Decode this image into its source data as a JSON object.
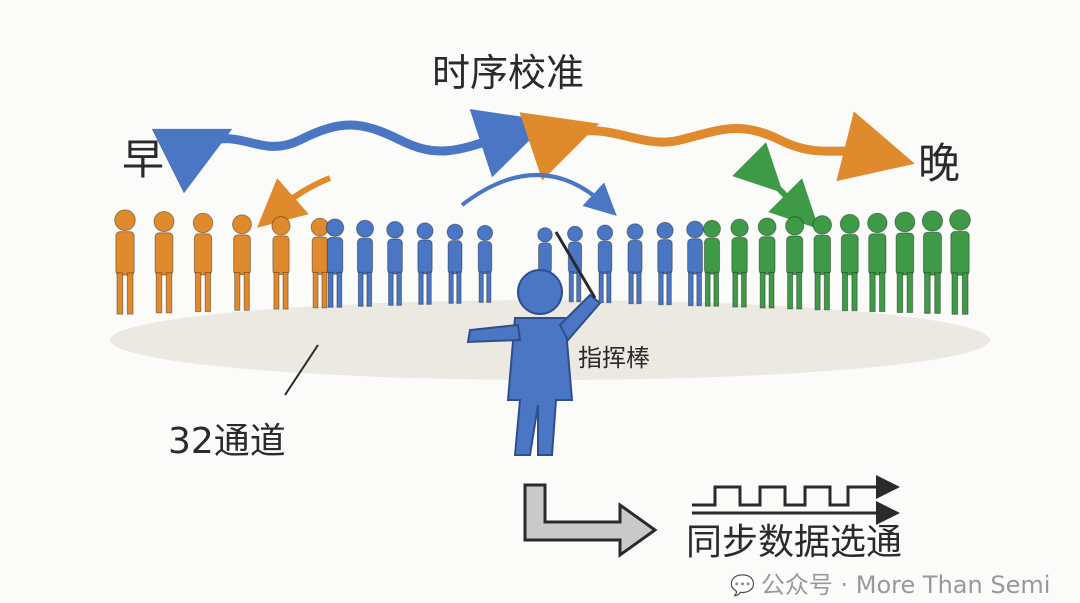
{
  "title": "时序校准",
  "labels": {
    "early": "早",
    "late": "晚",
    "baton": "指挥棒",
    "channels": "32通道",
    "strobe": "同步数据选通"
  },
  "watermark": {
    "icon": "wechat-icon",
    "text": "公众号 · More Than Semi"
  },
  "musicians": {
    "orange": 6,
    "blue": 13,
    "green": 10
  },
  "colors": {
    "orange": "#e08a2e",
    "blue": "#4a76c4",
    "green": "#3f9a48",
    "ink": "#2a2a2a",
    "gray": "#9a9a9a"
  }
}
